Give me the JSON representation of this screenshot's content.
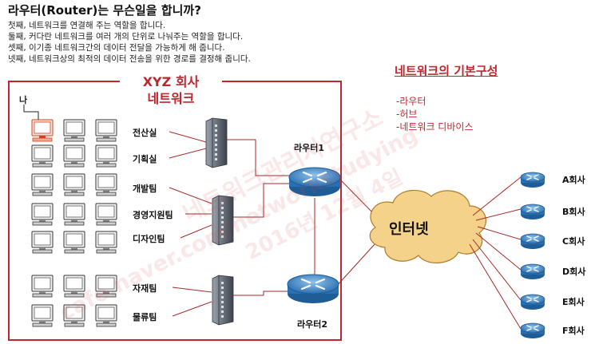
{
  "header": {
    "title": "라우터(Router)는 무슨일을 합니까?",
    "lines": [
      "첫째, 네트워크를 연결해 주는 역할을 합니다.",
      "둘째, 커다란 네트워크를 여러 개의 단위로 나눠주는 역할을 합니다.",
      "셋째, 이기종 네트워크간의 데이터 전달을 가능하게 해 줍니다.",
      "넷째, 네트워크상의 최적의 데이터 전송을 위한 경로를 결정해 줍니다."
    ]
  },
  "network_box": {
    "title_line1": "XYZ 회사",
    "title_line2": "네트워크",
    "me_label": "나",
    "departments": [
      "전산실",
      "기획실",
      "개발팀",
      "경영지원팀",
      "디자인팀",
      "자재팀",
      "물류팀"
    ],
    "router1": "라우터1",
    "router2": "라우터2"
  },
  "internet_label": "인터넷",
  "companies": [
    "A회사",
    "B회사",
    "C회사",
    "D회사",
    "E회사",
    "F회사"
  ],
  "components": {
    "heading": "네트워크의 기본구성",
    "items": [
      "-라우터",
      "-허브",
      "-네트워크 디바이스"
    ]
  },
  "watermark": {
    "line1": "네트워크관리사연구소",
    "line2": "cafe.naver.com/networkstudying",
    "line3": "2016년 12월 4일"
  },
  "colors": {
    "accent": "#c0272d",
    "router": "#3a86c8",
    "cloud": "#f5d28a",
    "highlight_pc": "#e0552a"
  }
}
